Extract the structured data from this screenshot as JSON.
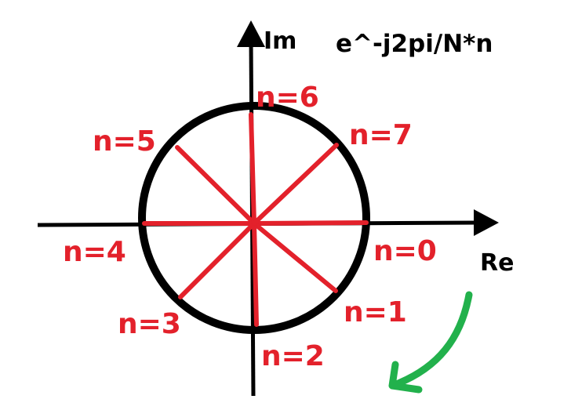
{
  "formula": "e^-j2pi/N*n",
  "axes": {
    "real_label": "Re",
    "imag_label": "Im"
  },
  "points": [
    {
      "label": "n=0"
    },
    {
      "label": "n=1"
    },
    {
      "label": "n=2"
    },
    {
      "label": "n=3"
    },
    {
      "label": "n=4"
    },
    {
      "label": "n=5"
    },
    {
      "label": "n=6"
    },
    {
      "label": "n=7"
    }
  ],
  "colors": {
    "axis": "#000000",
    "circle": "#000000",
    "spoke": "#e3212b",
    "label": "#e3212b",
    "rotation_arrow": "#22b14c"
  }
}
